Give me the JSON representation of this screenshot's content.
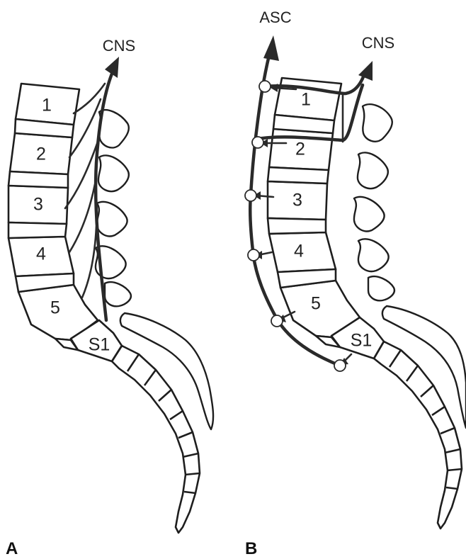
{
  "panels": [
    {
      "id": "A",
      "label": "A",
      "flow_labels": [
        "CNS"
      ],
      "vertebrae": [
        "1",
        "2",
        "3",
        "4",
        "5",
        "S1"
      ]
    },
    {
      "id": "B",
      "label": "B",
      "flow_labels": [
        "ASC",
        "CNS"
      ],
      "vertebrae": [
        "1",
        "2",
        "3",
        "4",
        "5",
        "S1"
      ]
    }
  ]
}
